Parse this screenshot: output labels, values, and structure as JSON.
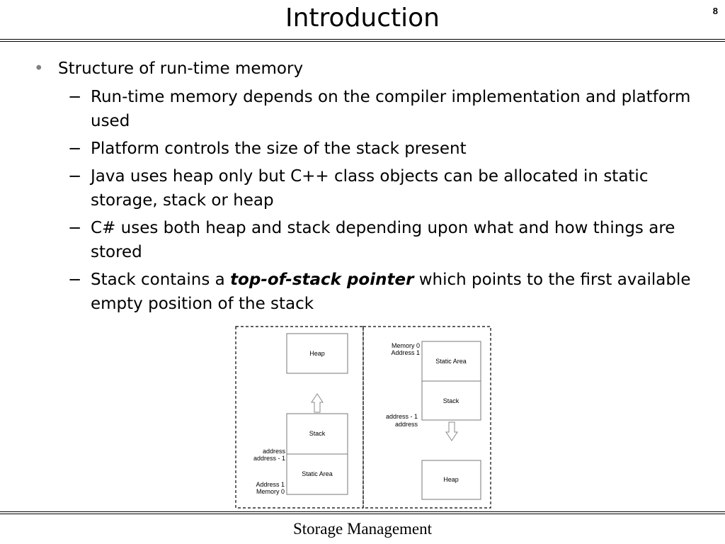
{
  "slide": {
    "title": "Introduction",
    "page_number": "8",
    "footer": "Storage Management"
  },
  "bullets": {
    "main": "Structure of run-time memory",
    "main_marker": "•",
    "sub_marker": "−",
    "sub": [
      "Run-time memory depends on the compiler implementation and platform used",
      "Platform controls the size of the stack present",
      "Java uses heap only but C++ class objects can be allocated in static storage, stack or heap",
      "C# uses both heap and stack depending upon what and how things are stored"
    ],
    "last_sub": {
      "before": "Stack contains a ",
      "emphasis": "top-of-stack pointer",
      "after": " which points to the first available empty position of the stack"
    }
  },
  "diagram": {
    "left": {
      "heap": "Heap",
      "stack": "Stack",
      "static_area": "Static Area",
      "label_address": "address",
      "label_address_minus_1": "address - 1",
      "label_address_1": "Address 1",
      "label_memory_0": "Memory 0"
    },
    "right": {
      "label_memory_0": "Memory 0",
      "label_address_1": "Address 1",
      "static_area": "Static Area",
      "stack": "Stack",
      "label_address_minus_1": "address - 1",
      "label_address": "address",
      "heap": "Heap"
    }
  }
}
